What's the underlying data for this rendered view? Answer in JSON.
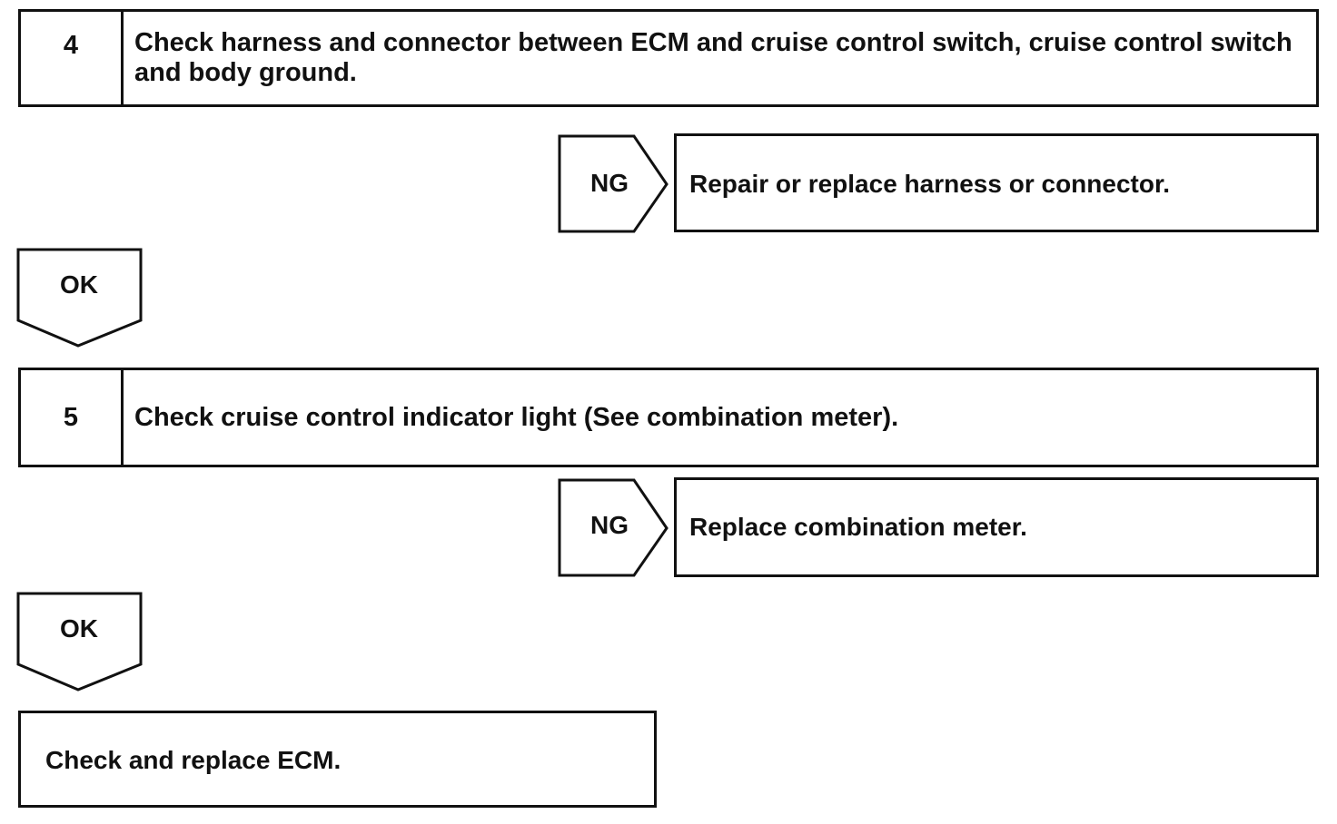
{
  "steps": [
    {
      "number": "4",
      "text": "Check harness and connector between ECM and cruise control switch, cruise control switch and body ground.",
      "ng_label": "NG",
      "ng_result": "Repair or replace harness or connector.",
      "ok_label": "OK"
    },
    {
      "number": "5",
      "text": "Check cruise control indicator light (See combination meter).",
      "ng_label": "NG",
      "ng_result": "Replace combination meter.",
      "ok_label": "OK"
    }
  ],
  "final_action": "Check and replace ECM."
}
